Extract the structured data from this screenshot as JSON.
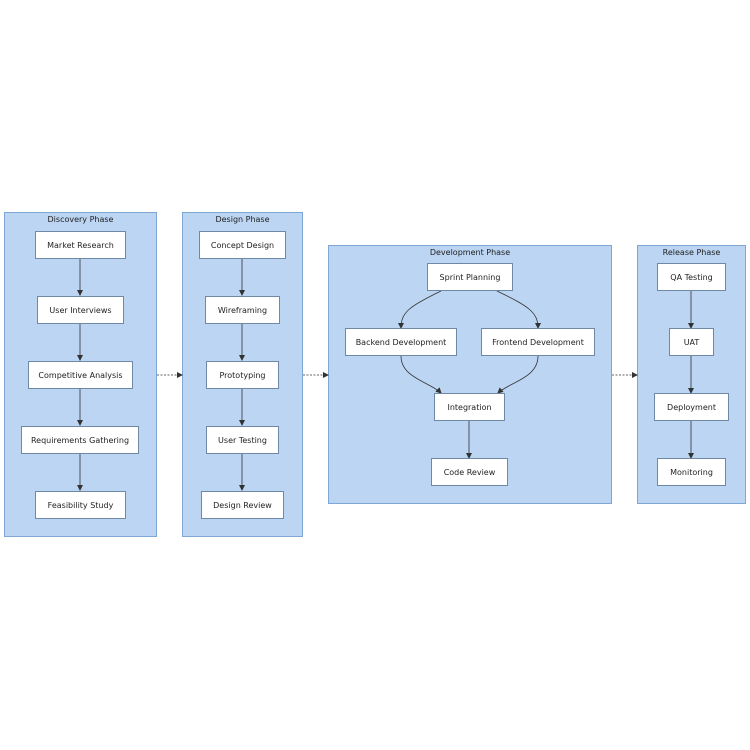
{
  "phases": {
    "discovery": {
      "title": "Discovery Phase",
      "nodes": [
        "Market Research",
        "User Interviews",
        "Competitive Analysis",
        "Requirements Gathering",
        "Feasibility Study"
      ]
    },
    "design": {
      "title": "Design Phase",
      "nodes": [
        "Concept Design",
        "Wireframing",
        "Prototyping",
        "User Testing",
        "Design Review"
      ]
    },
    "development": {
      "title": "Development Phase",
      "nodes": {
        "sprint": "Sprint Planning",
        "backend": "Backend Development",
        "frontend": "Frontend Development",
        "integration": "Integration",
        "review": "Code Review"
      }
    },
    "release": {
      "title": "Release Phase",
      "nodes": [
        "QA Testing",
        "UAT",
        "Deployment",
        "Monitoring"
      ]
    }
  },
  "colors": {
    "phase_fill": "#bbd5f2",
    "phase_border": "#7fa7d6",
    "node_border": "#6e88a6",
    "edge": "#333333"
  }
}
